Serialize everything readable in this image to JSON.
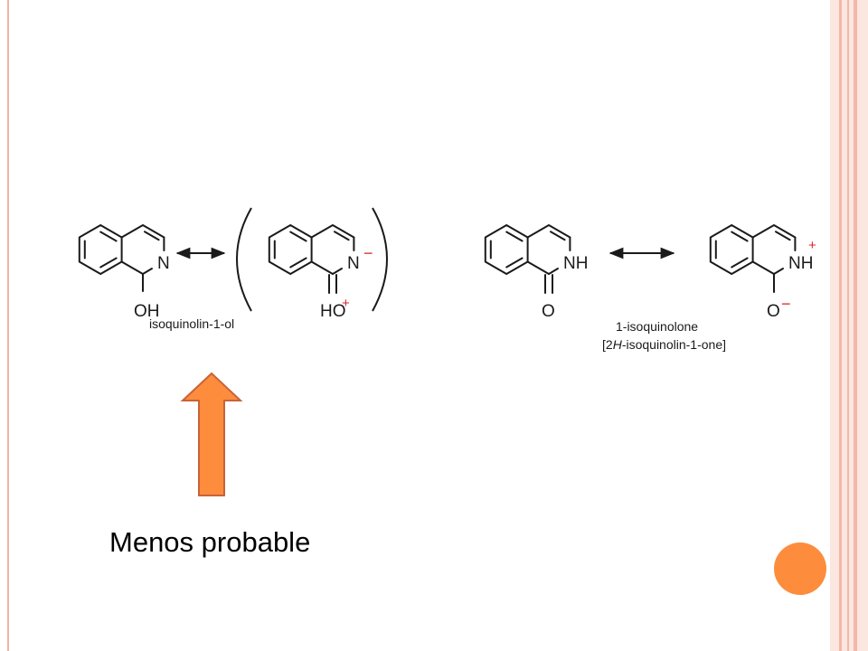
{
  "slide": {
    "caption": "Menos probable",
    "colors": {
      "accent_orange": "#fd8c3c",
      "arrow_stroke": "#c8633a",
      "frame_pink": "#f1b4a6",
      "panel_pink": "#fbe6e0",
      "stripe_pink": "#f4b7a8",
      "plus_red": "#d8262c"
    },
    "decorations": [
      "up-arrow-icon",
      "orange-circle-icon"
    ]
  },
  "figure": {
    "structures": [
      {
        "id": "isoquinolinol",
        "atoms": {
          "hetero": "N",
          "substituent": "OH"
        },
        "label": "isoquinolin-1-ol"
      },
      {
        "id": "isoquinolinol-zwitterion",
        "atoms": {
          "hetero": "N",
          "hetero_charge": "−",
          "substituent": "HO",
          "substituent_charge": "+"
        }
      },
      {
        "id": "isoquinolone",
        "atoms": {
          "hetero": "NH",
          "substituent": "O"
        },
        "label": "1-isoquinolone",
        "sublabel": {
          "open": "[2",
          "italic": "H",
          "close": "-isoquinolin-1-one]"
        }
      },
      {
        "id": "isoquinolone-zwitterion",
        "atoms": {
          "hetero": "NH",
          "hetero_charge": "+",
          "substituent": "O",
          "substituent_charge": "−"
        }
      }
    ],
    "resonance_arrows": [
      "double-headed-arrow-icon",
      "double-headed-arrow-icon"
    ]
  }
}
